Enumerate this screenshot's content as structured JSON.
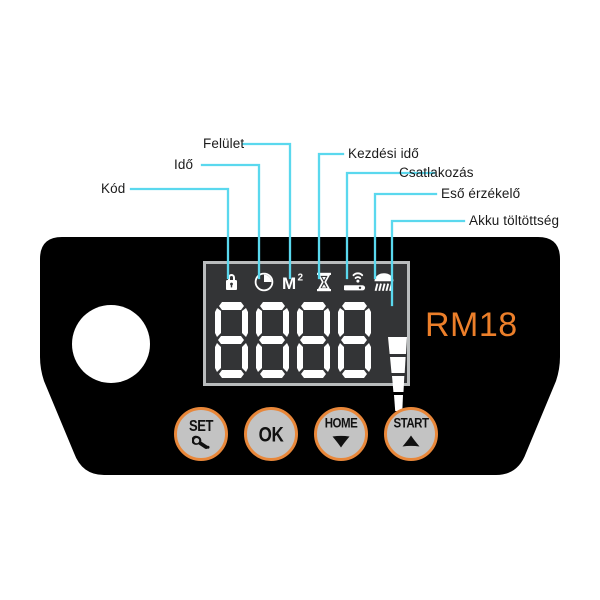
{
  "device": {
    "brand": "RM18",
    "panel_color": "#000000",
    "background_color": "#ffffff",
    "knob_color": "#ffffff"
  },
  "colors": {
    "leader_line": "#5ad8ee",
    "label_text": "#1b1b1b",
    "brand_orange": "#ec7f2a",
    "button_ring": "#e8873a",
    "button_face": "#c3c3c3",
    "lcd_background": "#333436",
    "lcd_frame": "#b9bcbd",
    "lcd_segment": "#ffffff"
  },
  "callouts": [
    {
      "label": "Kód",
      "icon": "lock-icon"
    },
    {
      "label": "Idő",
      "icon": "clock-icon"
    },
    {
      "label": "Felület",
      "icon": "square-meter-icon"
    },
    {
      "label": "Kezdési idő",
      "icon": "hourglass-icon"
    },
    {
      "label": "Csatlakozás",
      "icon": "wifi-router-icon"
    },
    {
      "label": "Eső érzékelő",
      "icon": "rain-sensor-icon"
    },
    {
      "label": "Akku töltöttség",
      "icon": "battery-level-icon"
    }
  ],
  "lcd": {
    "icons": [
      {
        "name": "lock-icon",
        "glyph": "lock"
      },
      {
        "name": "clock-icon",
        "glyph": "clock"
      },
      {
        "name": "square-meter-icon",
        "glyph": "M2",
        "text": "M",
        "sup": "2"
      },
      {
        "name": "hourglass-icon",
        "glyph": "hourglass"
      },
      {
        "name": "wifi-router-icon",
        "glyph": "router"
      },
      {
        "name": "rain-sensor-icon",
        "glyph": "rain"
      }
    ],
    "digits": [
      "8",
      "8",
      "8",
      "8"
    ],
    "display_value": "8888",
    "battery_segments": 4
  },
  "buttons": [
    {
      "name": "set-button",
      "label": "SET",
      "glyph": "wrench"
    },
    {
      "name": "ok-button",
      "label": "OK",
      "glyph": "none"
    },
    {
      "name": "home-button",
      "label": "HOME",
      "glyph": "triangle-down"
    },
    {
      "name": "start-button",
      "label": "START",
      "glyph": "triangle-up"
    }
  ]
}
